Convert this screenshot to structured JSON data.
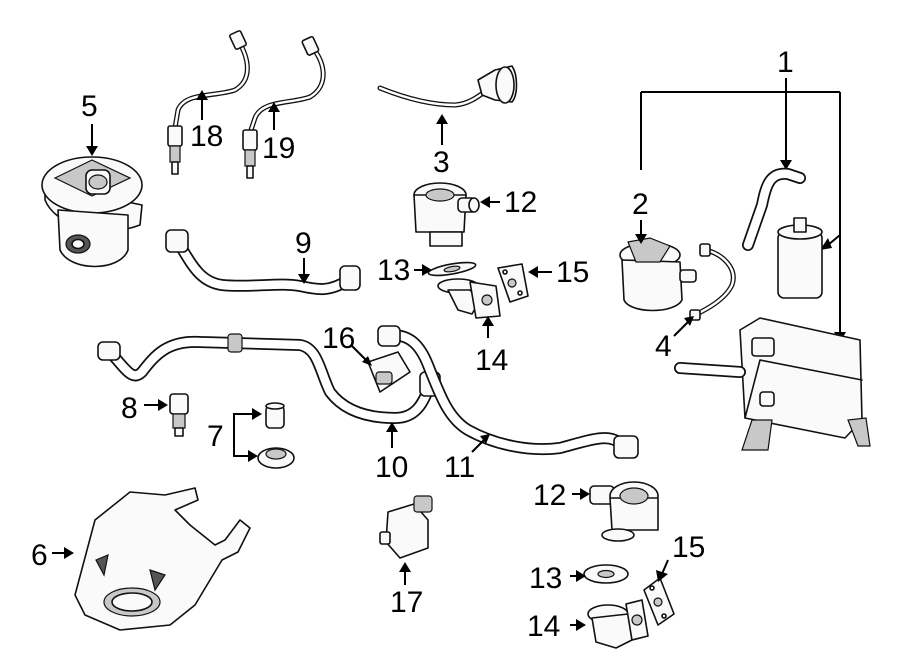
{
  "callouts": {
    "c1": "1",
    "c2": "2",
    "c3": "3",
    "c4": "4",
    "c5": "5",
    "c6": "6",
    "c7": "7",
    "c8": "8",
    "c9": "9",
    "c10": "10",
    "c11": "11",
    "c12a": "12",
    "c12b": "12",
    "c13a": "13",
    "c13b": "13",
    "c14a": "14",
    "c14b": "14",
    "c15a": "15",
    "c15b": "15",
    "c16": "16",
    "c17": "17",
    "c18": "18",
    "c19": "19"
  }
}
